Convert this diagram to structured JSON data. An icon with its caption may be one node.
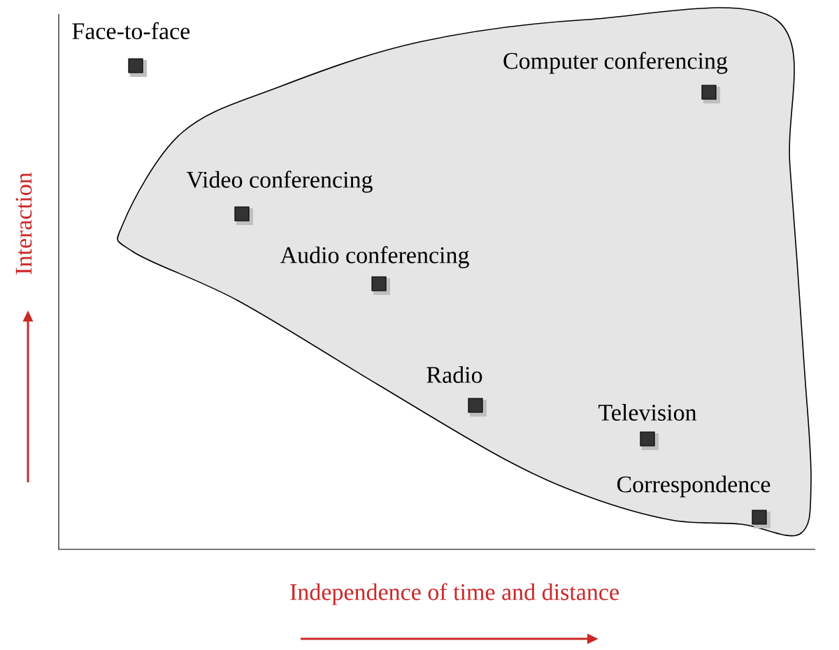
{
  "diagram": {
    "nodes": [
      {
        "text": [],
        "shape": "cloud"
      },
      {
        "text": [],
        "shape": "box",
        "beside": [
          "Face-to-face"
        ]
      },
      {
        "text": [],
        "shape": "box",
        "beside": [
          "Computer conferencing"
        ],
        "in": 0
      },
      {
        "text": [],
        "shape": "box",
        "beside": [
          "Video conferencing"
        ],
        "in": 0
      },
      {
        "text": [],
        "shape": "box",
        "beside": [
          "Audio conferencing"
        ],
        "in": 0
      },
      {
        "text": [],
        "shape": "box",
        "beside": [
          "Radio"
        ],
        "in": 0
      },
      {
        "text": [],
        "shape": "box",
        "beside": [
          "Television"
        ],
        "in": 0
      },
      {
        "text": [],
        "shape": "box",
        "beside": [
          "Correspondence"
        ],
        "in": 0
      }
    ],
    "labels": [
      "Interaction",
      "Independence of time and distance"
    ]
  }
}
